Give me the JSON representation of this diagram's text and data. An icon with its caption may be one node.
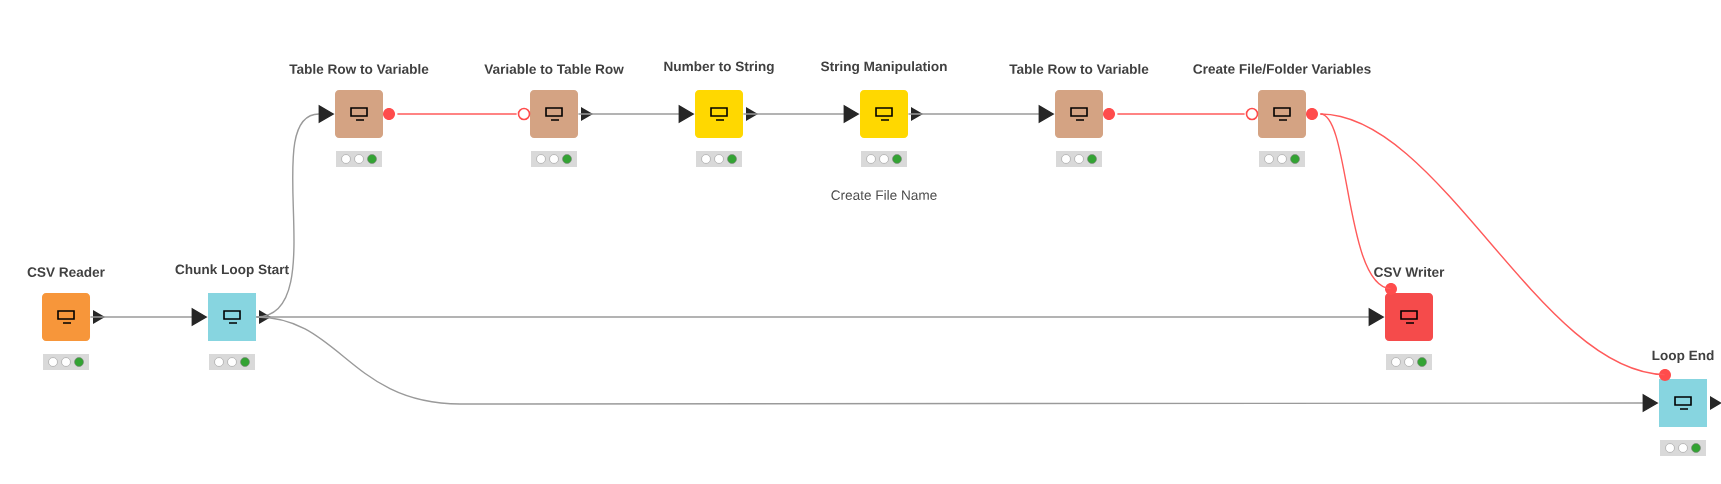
{
  "diagram": {
    "nodes": [
      {
        "text": [
          "Table Row to Variable"
        ]
      },
      {
        "text": [
          "Variable to Table Row"
        ]
      },
      {
        "text": [
          "Number to String"
        ]
      },
      {
        "text": [
          "String Manipulation"
        ],
        "beside": [
          "Create File Name"
        ]
      },
      {
        "text": [
          "Table Row to Variable"
        ]
      },
      {
        "text": [
          "Create File/Folder Variables"
        ]
      },
      {
        "text": [
          "CSV Reader"
        ]
      },
      {
        "text": [
          "Chunk Loop Start"
        ]
      },
      {
        "text": [
          "CSV Writer"
        ]
      },
      {
        "text": [
          "Loop End"
        ]
      }
    ],
    "edges": [
      {
        "from": 6,
        "to": 7,
        "arrow": "to"
      },
      {
        "from": 7,
        "to": 0,
        "arrow": "to"
      },
      {
        "from": 0,
        "to": 1,
        "arrow": "none",
        "color": "#ff5a5a"
      },
      {
        "from": 1,
        "to": 2,
        "arrow": "to"
      },
      {
        "from": 2,
        "to": 3,
        "arrow": "to"
      },
      {
        "from": 3,
        "to": 4,
        "arrow": "to"
      },
      {
        "from": 4,
        "to": 5,
        "arrow": "none",
        "color": "#ff5a5a"
      },
      {
        "from": 5,
        "to": 8,
        "arrow": "none",
        "color": "#ff5a5a"
      },
      {
        "from": 5,
        "to": 9,
        "arrow": "none",
        "color": "#ff5a5a"
      },
      {
        "from": 7,
        "to": 8,
        "arrow": "to"
      },
      {
        "from": 7,
        "to": 9,
        "arrow": "to"
      }
    ]
  }
}
